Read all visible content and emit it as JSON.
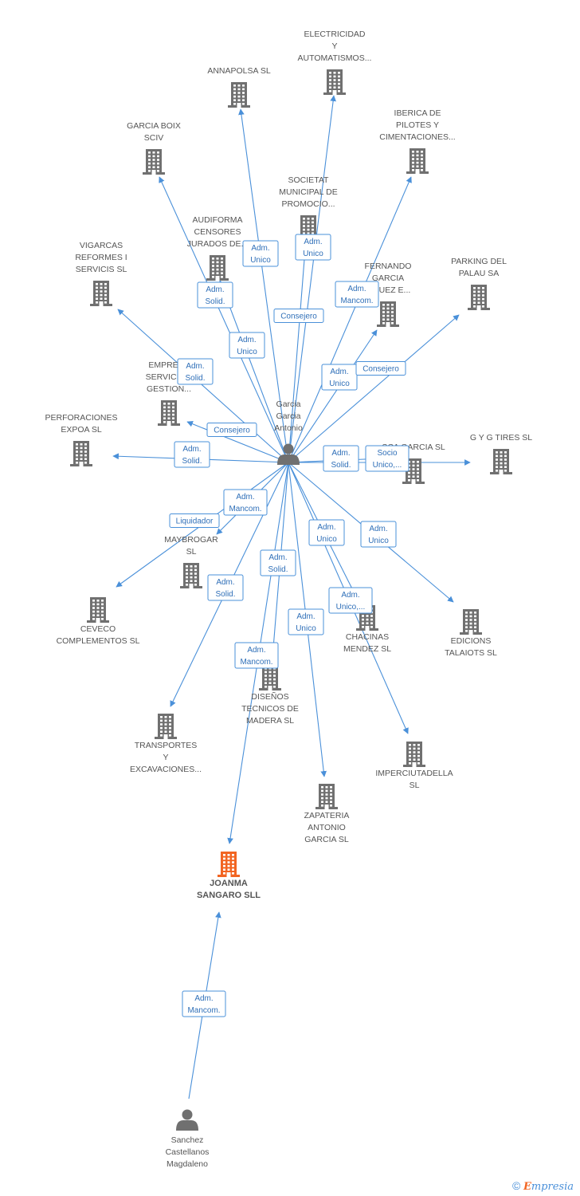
{
  "colors": {
    "edge": "#4a90d9",
    "company": "#707070",
    "highlight": "#f26522",
    "person": "#707070"
  },
  "nodes": [
    {
      "id": "garcia",
      "type": "person",
      "label": [
        "Garcia",
        "Garcia",
        "Antonio"
      ]
    },
    {
      "id": "sanchez",
      "type": "person",
      "label": [
        "Sanchez",
        "Castellanos",
        "Magdaleno"
      ]
    },
    {
      "id": "joanma",
      "type": "company",
      "highlight": true,
      "label": [
        "JOANMA",
        "SANGARO SLL"
      ]
    },
    {
      "id": "electricidad",
      "type": "company",
      "label": [
        "ELECTRICIDAD",
        "Y",
        "AUTOMATISMOS..."
      ]
    },
    {
      "id": "annapolsa",
      "type": "company",
      "label": [
        "ANNAPOLSA  SL"
      ]
    },
    {
      "id": "iberica",
      "type": "company",
      "label": [
        "IBERICA DE",
        "PILOTES Y",
        "CIMENTACIONES..."
      ]
    },
    {
      "id": "garciaboix",
      "type": "company",
      "label": [
        "GARCIA BOIX",
        "SCIV"
      ]
    },
    {
      "id": "societat",
      "type": "company",
      "label": [
        "SOCIETAT",
        "MUNICIPAL DE",
        "PROMOCIO..."
      ]
    },
    {
      "id": "audiforma",
      "type": "company",
      "label": [
        "AUDIFORMA",
        "CENSORES",
        "JURADOS DE..."
      ]
    },
    {
      "id": "vigarcas",
      "type": "company",
      "label": [
        "VIGARCAS",
        "REFORMES I",
        "SERVICIS SL"
      ]
    },
    {
      "id": "fernando",
      "type": "company",
      "label": [
        "FERNANDO",
        "GARCIA",
        "...GUEZ E..."
      ]
    },
    {
      "id": "parking",
      "type": "company",
      "label": [
        "PARKING DEL",
        "PALAU SA"
      ]
    },
    {
      "id": "empresa",
      "type": "company",
      "label": [
        "EMPRESA",
        "SERVICIO...",
        "GESTION..."
      ]
    },
    {
      "id": "perforaciones",
      "type": "company",
      "label": [
        "PERFORACIONES",
        "EXPOA SL"
      ]
    },
    {
      "id": "gyg",
      "type": "company",
      "label": [
        "G Y G TIRES SL"
      ]
    },
    {
      "id": "scagarcia",
      "type": "company",
      "label": [
        "SCA GARCIA  SL"
      ]
    },
    {
      "id": "maybrogar",
      "type": "company",
      "label": [
        "MAYBROGAR",
        "SL"
      ]
    },
    {
      "id": "ceveco",
      "type": "company",
      "label": [
        "CEVECO",
        "COMPLEMENTOS SL"
      ]
    },
    {
      "id": "chacinas",
      "type": "company",
      "label": [
        "CHACINAS",
        "MENDEZ  SL"
      ]
    },
    {
      "id": "edicions",
      "type": "company",
      "label": [
        "EDICIONS",
        "TALAIOTS SL"
      ]
    },
    {
      "id": "disenos",
      "type": "company",
      "label": [
        "DISEÑOS",
        "TECNICOS DE",
        "MADERA SL"
      ]
    },
    {
      "id": "transportes",
      "type": "company",
      "label": [
        "TRANSPORTES",
        "Y",
        "EXCAVACIONES..."
      ]
    },
    {
      "id": "imperciutadella",
      "type": "company",
      "label": [
        "IMPERCIUTADELLA",
        "SL"
      ]
    },
    {
      "id": "zapateria",
      "type": "company",
      "label": [
        "ZAPATERIA",
        "ANTONIO",
        "GARCIA  SL"
      ]
    }
  ],
  "edges": [
    {
      "from": "garcia",
      "to": "annapolsa",
      "label": [
        "Adm.",
        "Unico"
      ]
    },
    {
      "from": "garcia",
      "to": "electricidad",
      "label": [
        "Adm.",
        "Unico"
      ]
    },
    {
      "from": "garcia",
      "to": "garciaboix",
      "label": [
        "Adm.",
        "Solid."
      ]
    },
    {
      "from": "garcia",
      "to": "societat",
      "label": [
        "Consejero"
      ]
    },
    {
      "from": "garcia",
      "to": "iberica",
      "label": [
        "Adm.",
        "Mancom."
      ]
    },
    {
      "from": "garcia",
      "to": "audiforma",
      "label": [
        "Adm.",
        "Unico"
      ]
    },
    {
      "from": "garcia",
      "to": "vigarcas",
      "label": [
        "Adm.",
        "Solid."
      ]
    },
    {
      "from": "garcia",
      "to": "fernando",
      "label": [
        "Adm.",
        "Unico"
      ]
    },
    {
      "from": "garcia",
      "to": "parking",
      "label": [
        "Consejero"
      ]
    },
    {
      "from": "garcia",
      "to": "empresa",
      "label": [
        "Consejero"
      ]
    },
    {
      "from": "garcia",
      "to": "perforaciones",
      "label": [
        "Adm.",
        "Solid."
      ]
    },
    {
      "from": "garcia",
      "to": "scagarcia",
      "label": [
        "Adm.",
        "Solid."
      ]
    },
    {
      "from": "garcia",
      "to": "gyg",
      "label": [
        "Socio",
        "Unico,..."
      ]
    },
    {
      "from": "garcia",
      "to": "ceveco",
      "label": [
        "Adm.",
        "Mancom."
      ]
    },
    {
      "from": "garcia",
      "to": "maybrogar",
      "label": [
        "Liquidador"
      ]
    },
    {
      "from": "garcia",
      "to": "transportes",
      "label": [
        "Adm.",
        "Solid."
      ]
    },
    {
      "from": "garcia",
      "to": "disenos",
      "label": [
        "Adm.",
        "Solid."
      ]
    },
    {
      "from": "garcia",
      "to": "joanma",
      "label": [
        "Adm.",
        "Mancom."
      ]
    },
    {
      "from": "garcia",
      "to": "zapateria",
      "label": [
        "Adm.",
        "Unico"
      ]
    },
    {
      "from": "garcia",
      "to": "chacinas",
      "label": [
        "Adm.",
        "Unico"
      ]
    },
    {
      "from": "garcia",
      "to": "imperciutadella",
      "label": [
        "Adm.",
        "Unico,..."
      ]
    },
    {
      "from": "garcia",
      "to": "edicions",
      "label": [
        "Adm.",
        "Unico"
      ]
    },
    {
      "from": "sanchez",
      "to": "joanma",
      "label": [
        "Adm.",
        "Mancom."
      ]
    }
  ],
  "footer": {
    "copyright": "©",
    "brand_first": "E",
    "brand_rest": "mpresia"
  }
}
